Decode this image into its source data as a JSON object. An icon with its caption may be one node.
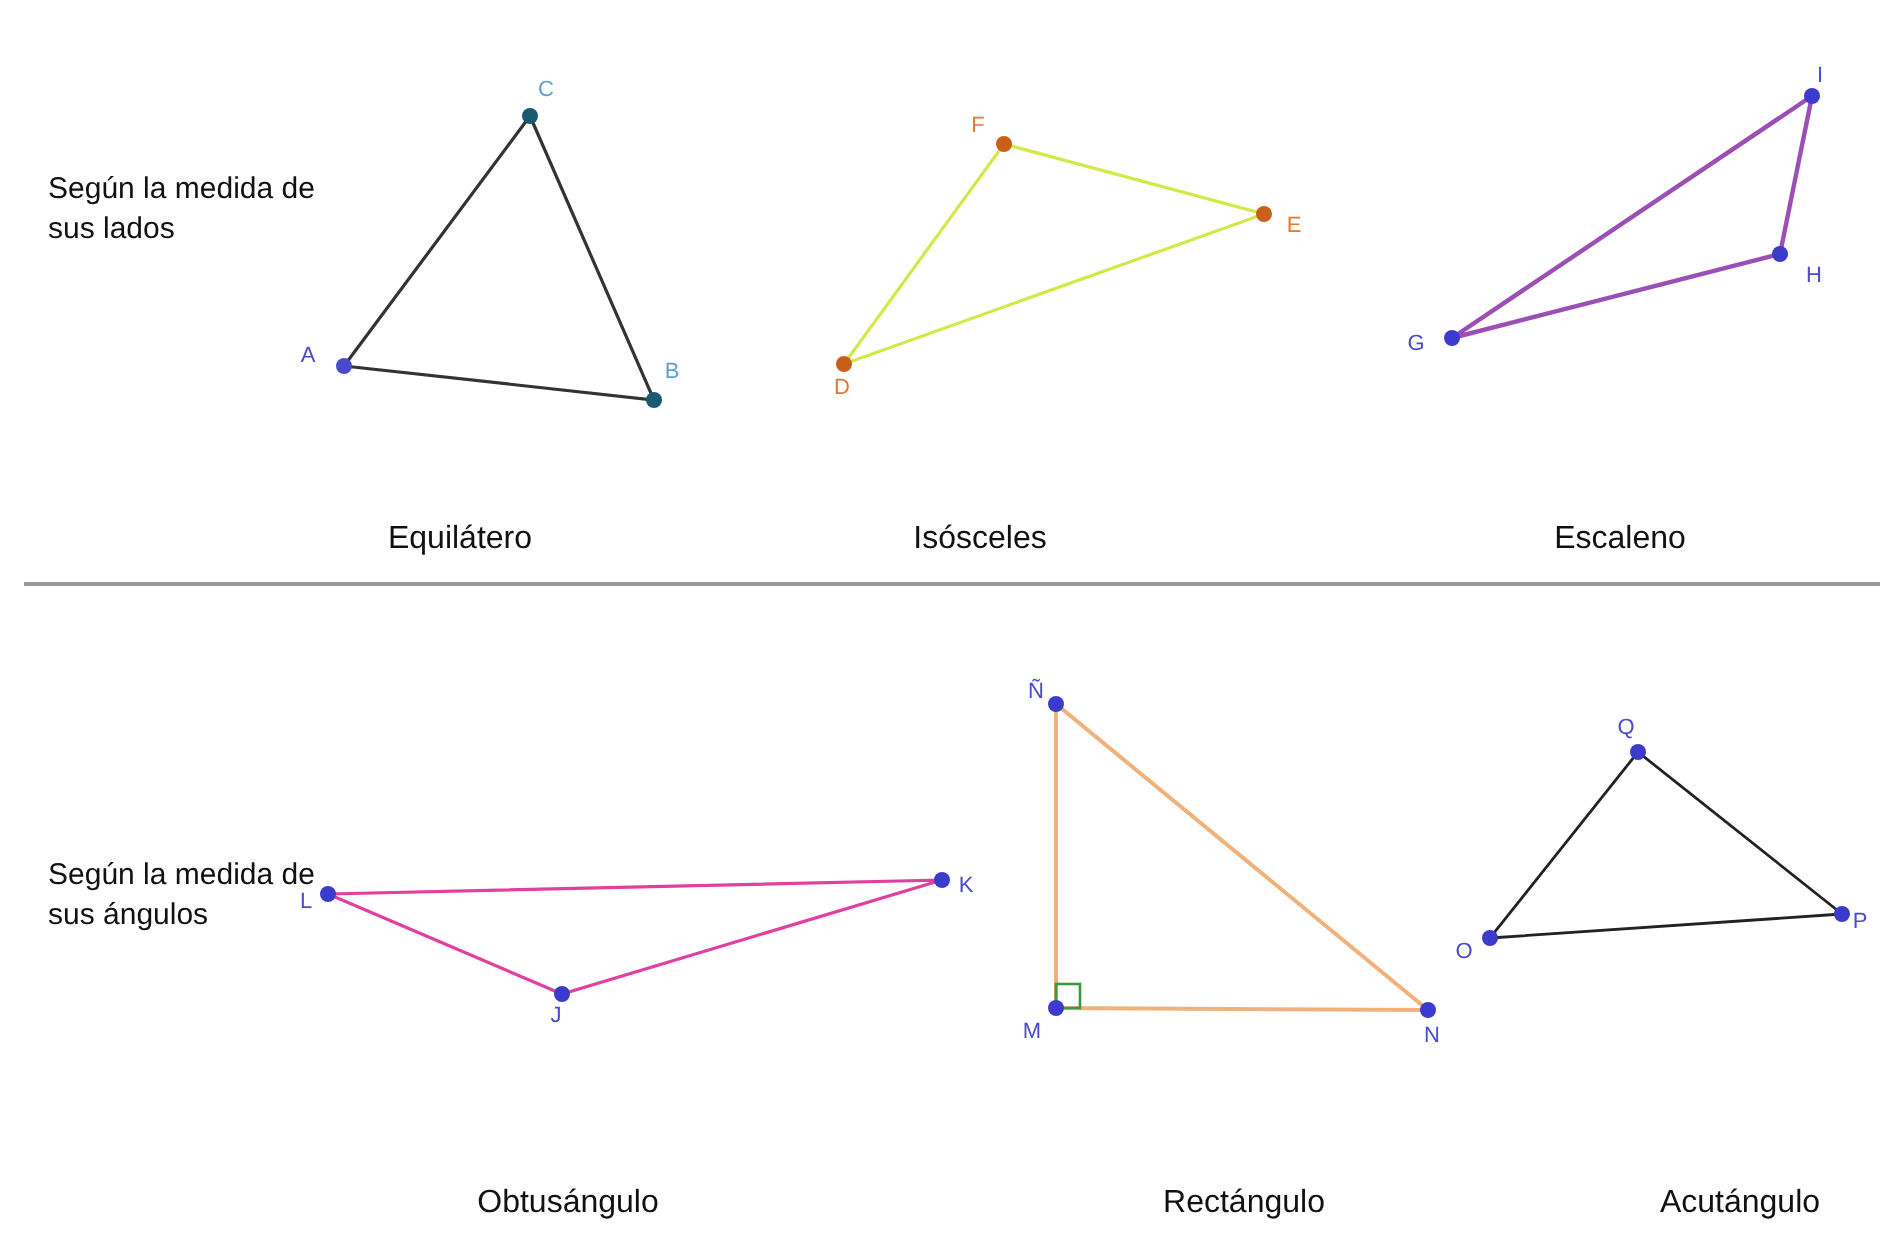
{
  "diagram": {
    "labels": [
      "Según la medida de sus lados",
      "A",
      "B",
      "C",
      "D",
      "E",
      "F",
      "G",
      "H",
      "I",
      "Equilátero",
      "Isósceles",
      "Escaleno",
      "Según la medida de sus ángulos",
      "J",
      "K",
      "L",
      "Ñ",
      "M",
      "N",
      "O",
      "P",
      "Q",
      "Obtusángulo",
      "Rectángulo",
      "Acutángulo"
    ]
  }
}
